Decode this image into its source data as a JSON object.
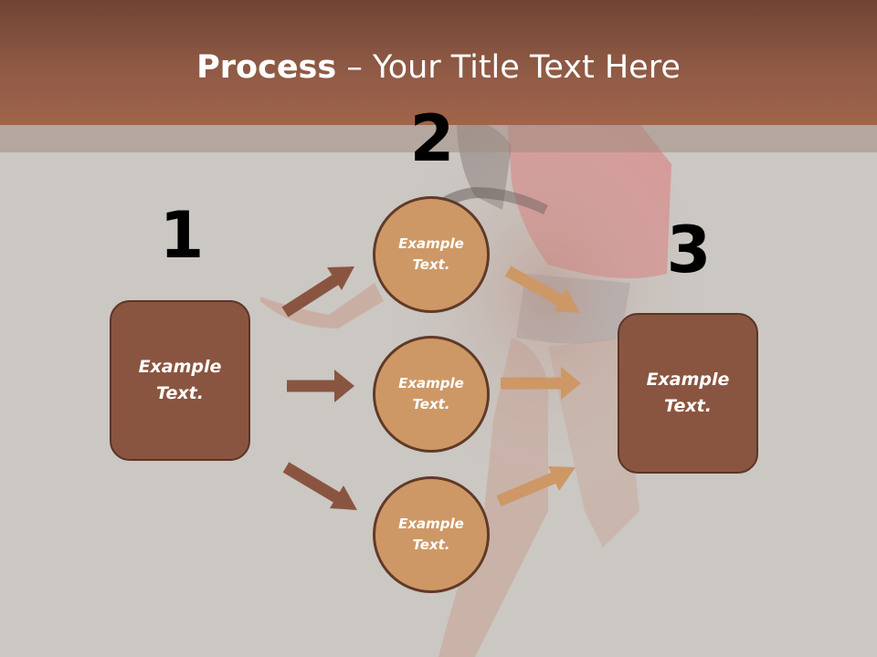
{
  "title": {
    "bold": "Process",
    "rest": " – Your Title Text Here"
  },
  "steps": {
    "one": "1",
    "two": "2",
    "three": "3"
  },
  "boxes": {
    "left": "Example\nText.",
    "right": "Example\nText."
  },
  "circles": {
    "top": "Example\nText.",
    "middle": "Example\nText.",
    "bottom": "Example\nText."
  },
  "colors": {
    "header": "#8f5a45",
    "box_fill": "#8a5540",
    "circle_fill": "#cd9866",
    "arrow_dark": "#8a5540",
    "arrow_light": "#cd9866"
  }
}
